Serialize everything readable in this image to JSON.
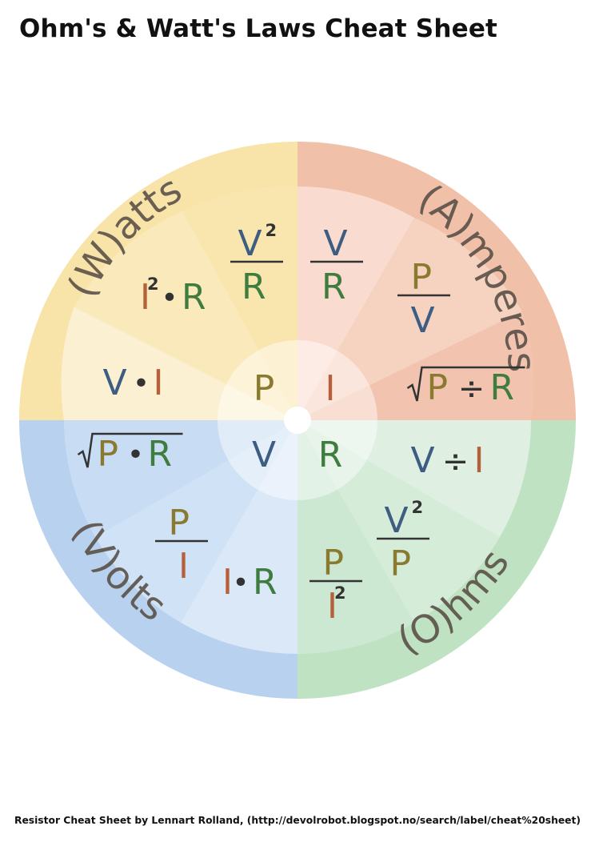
{
  "title": "Ohm's & Watt's Laws Cheat Sheet",
  "footer": "Resistor Cheat Sheet by Lennart Rolland, (http://devolrobot.blogspot.no/search/label/cheat%20sheet)",
  "colors": {
    "P": "#8a7a30",
    "I": "#b5603a",
    "V": "#3e5d82",
    "R": "#3f7d3f",
    "op": "#333333",
    "unit_text": "#5a5047",
    "watts_ring": "#f8e3a8",
    "amperes_ring": "#f0c0a8",
    "volts_ring": "#b7d1ef",
    "ohms_ring": "#bfe2c3"
  },
  "quadrants": [
    {
      "id": "watts",
      "unit_label": "(W)atts",
      "center_symbol": "P",
      "formulas": [
        {
          "type": "product",
          "items": [
            {
              "s": "I",
              "sup": "2"
            },
            {
              "s": "R"
            }
          ]
        },
        {
          "type": "fraction",
          "num": {
            "s": "V",
            "sup": "2"
          },
          "den": {
            "s": "R"
          }
        },
        {
          "type": "product",
          "items": [
            {
              "s": "V"
            },
            {
              "s": "I"
            }
          ]
        }
      ]
    },
    {
      "id": "amperes",
      "unit_label": "(A)mperes",
      "center_symbol": "I",
      "formulas": [
        {
          "type": "fraction",
          "num": {
            "s": "V"
          },
          "den": {
            "s": "R"
          }
        },
        {
          "type": "fraction",
          "num": {
            "s": "P"
          },
          "den": {
            "s": "V"
          }
        },
        {
          "type": "sqrt",
          "items": [
            {
              "s": "P"
            },
            {
              "op": "÷"
            },
            {
              "s": "R"
            }
          ]
        }
      ]
    },
    {
      "id": "volts",
      "unit_label": "(V)olts",
      "center_symbol": "V",
      "formulas": [
        {
          "type": "sqrt",
          "items": [
            {
              "s": "P"
            },
            {
              "op": "•"
            },
            {
              "s": "R"
            }
          ]
        },
        {
          "type": "fraction",
          "num": {
            "s": "P"
          },
          "den": {
            "s": "I"
          }
        },
        {
          "type": "product",
          "items": [
            {
              "s": "I"
            },
            {
              "s": "R"
            }
          ]
        }
      ]
    },
    {
      "id": "ohms",
      "unit_label": "(O)hms",
      "center_symbol": "R",
      "formulas": [
        {
          "type": "division",
          "items": [
            {
              "s": "V"
            },
            {
              "op": "÷"
            },
            {
              "s": "I"
            }
          ]
        },
        {
          "type": "fraction",
          "num": {
            "s": "V",
            "sup": "2"
          },
          "den": {
            "s": "P"
          }
        },
        {
          "type": "fraction",
          "num": {
            "s": "P"
          },
          "den": {
            "s": "I",
            "sup": "2"
          }
        }
      ]
    }
  ]
}
